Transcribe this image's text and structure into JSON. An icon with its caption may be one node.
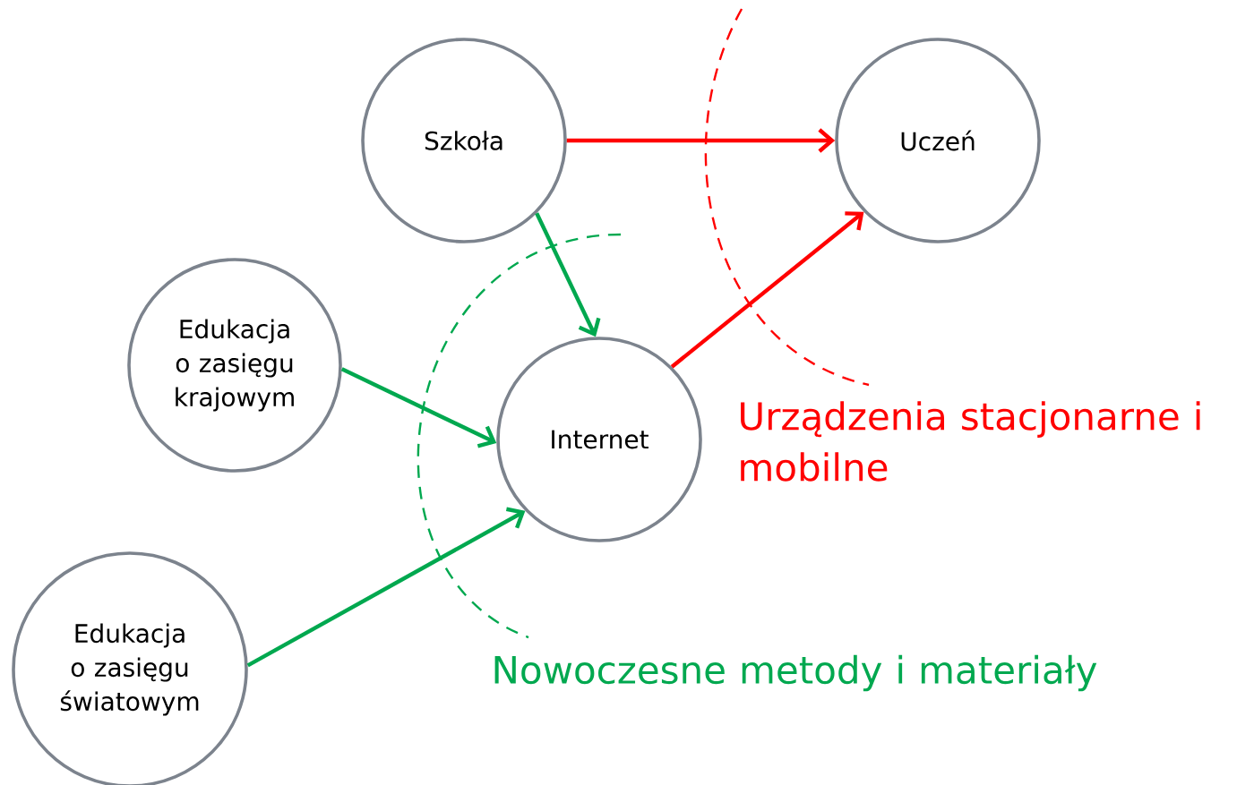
{
  "diagram": {
    "nodes": [
      {
        "text": [
          "Szkoła"
        ]
      },
      {
        "text": [
          "Uczeń"
        ]
      },
      {
        "text": [
          "Edukacja o zasięgu krajowym"
        ]
      },
      {
        "text": [
          "Internet"
        ]
      },
      {
        "text": [
          "Edukacja o zasięgu światowym"
        ]
      }
    ],
    "edges": [
      {
        "from": 0,
        "to": 1,
        "arrow": "to",
        "color": "#ff0000"
      },
      {
        "from": 0,
        "to": 3,
        "arrow": "to"
      },
      {
        "from": 2,
        "to": 3,
        "arrow": "to"
      },
      {
        "from": 4,
        "to": 3,
        "arrow": "to"
      },
      {
        "from": 3,
        "to": 1,
        "arrow": "to",
        "color": "#ff0000"
      }
    ],
    "labels": [
      "Urządzenia stacjonarne i mobilne",
      "Nowoczesne metody i materiały"
    ]
  }
}
